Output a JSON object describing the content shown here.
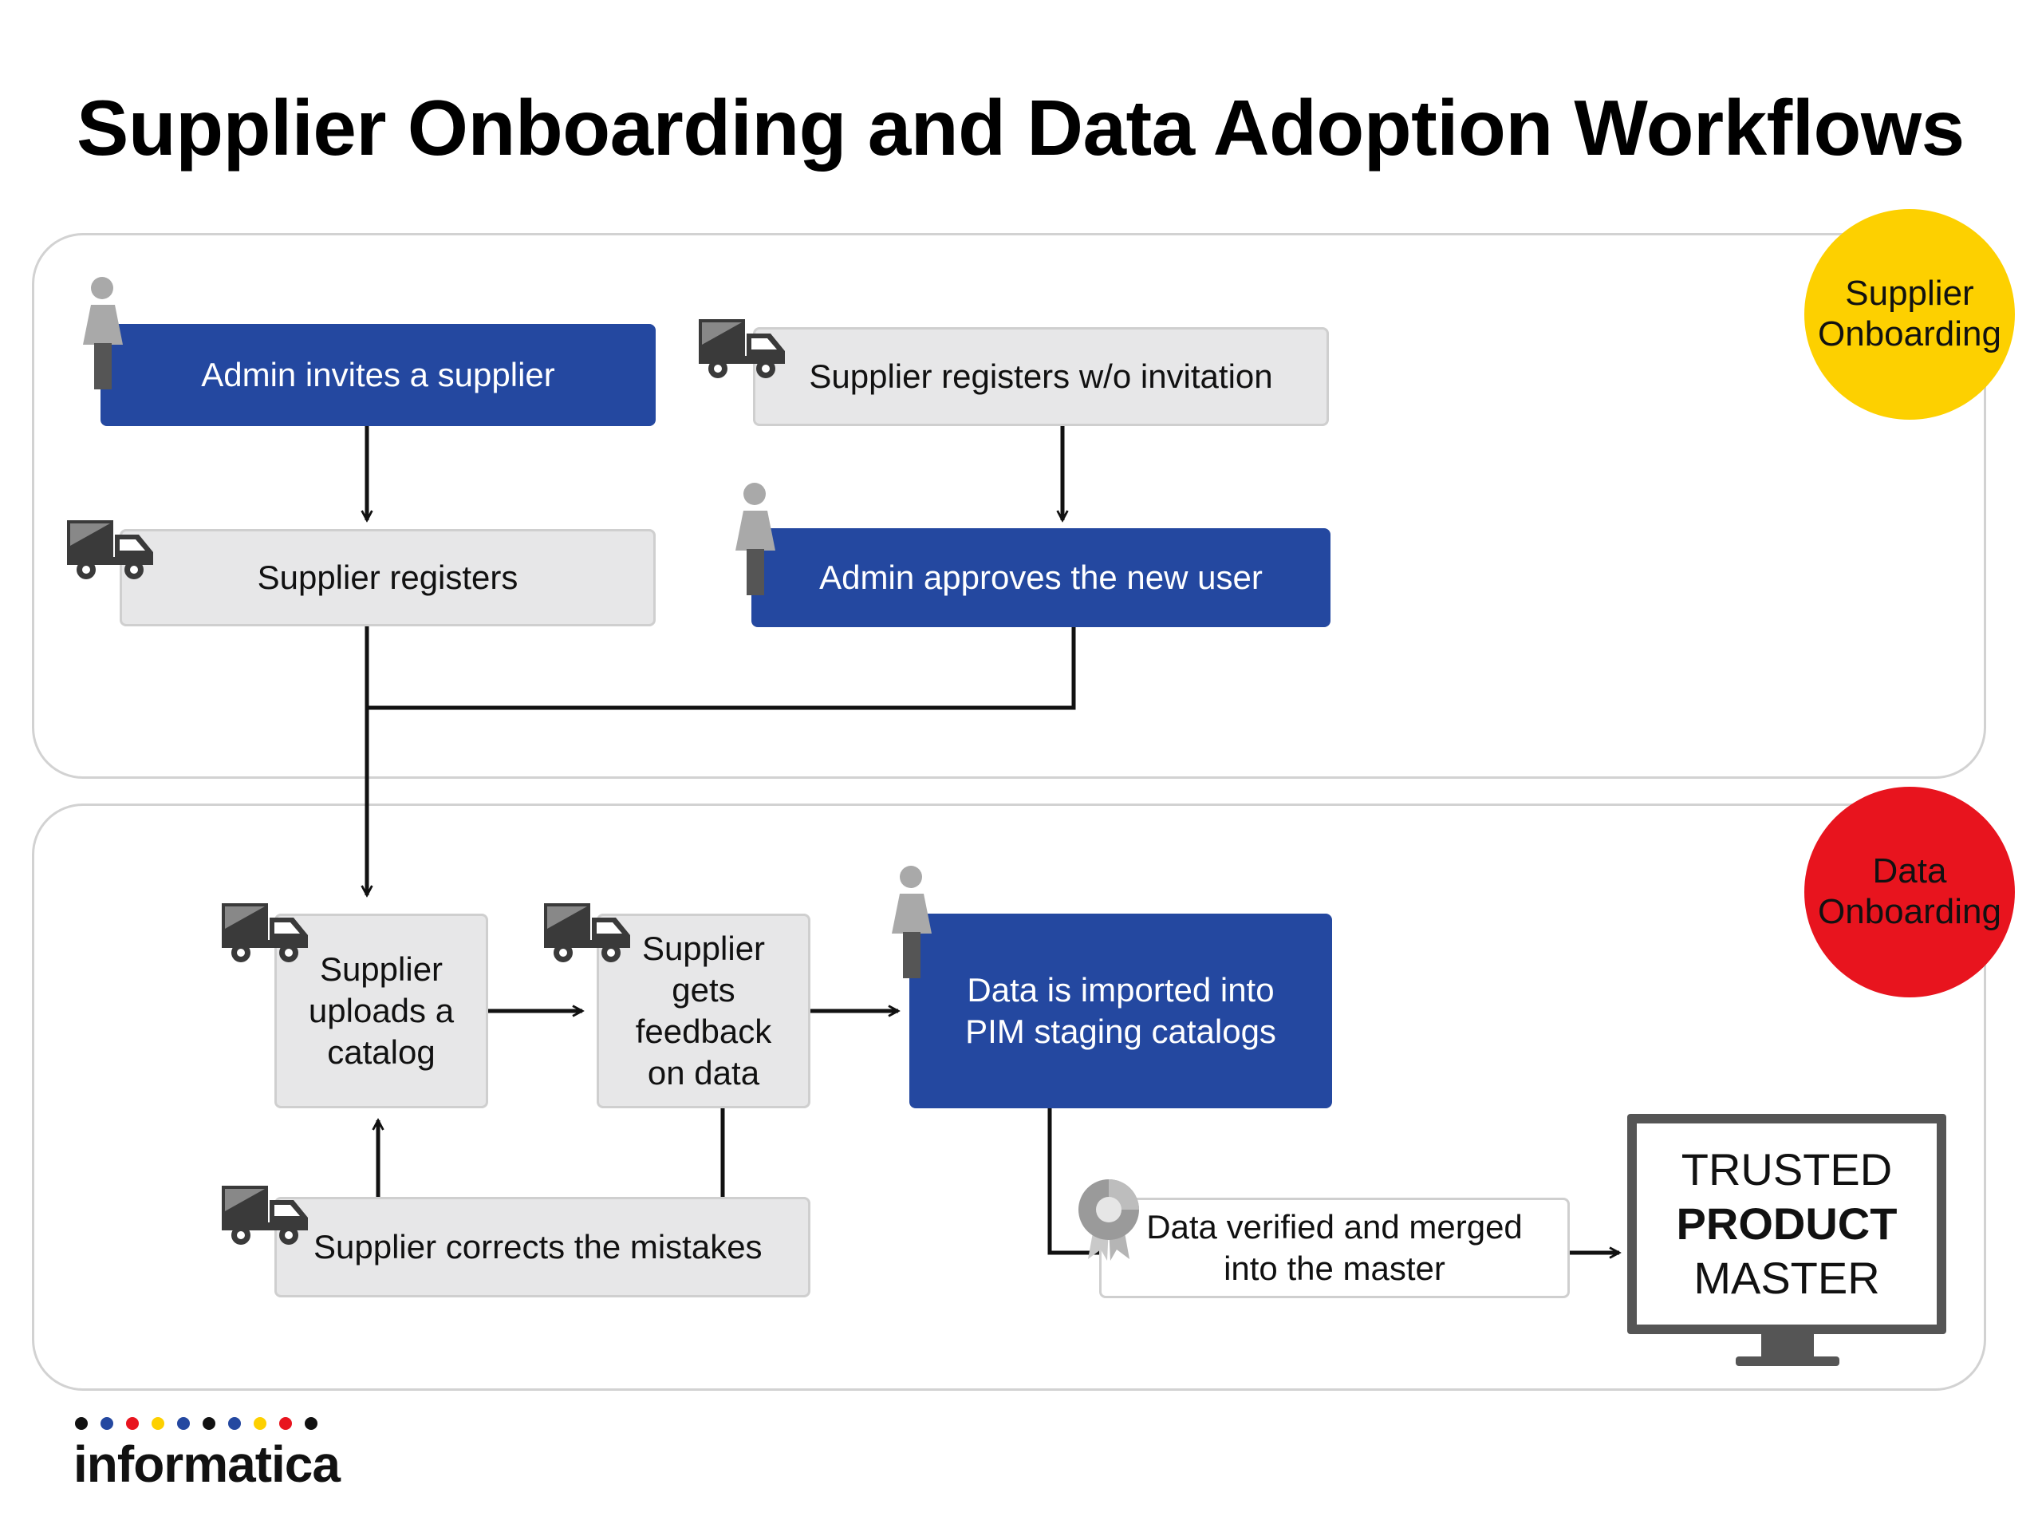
{
  "title": "Supplier Onboarding and Data Adoption Workflows",
  "badges": {
    "supplier_onboarding": "Supplier\nOnboarding",
    "data_onboarding": "Data\nOnboarding",
    "supplier_color": "#fdd000",
    "data_color": "#e8141e"
  },
  "steps": {
    "admin_invites": "Admin invites a supplier",
    "self_register": "Supplier registers w/o invitation",
    "supplier_registers": "Supplier registers",
    "admin_approves": "Admin approves the new user",
    "uploads_catalog": "Supplier\nuploads a\ncatalog",
    "gets_feedback": "Supplier\ngets\nfeedback\non data",
    "data_imported": "Data is imported into\nPIM staging catalogs",
    "corrects_mistakes": "Supplier corrects the mistakes",
    "verified_merged": "Data verified and merged\ninto the master"
  },
  "monitor": {
    "line1": "TRUSTED",
    "line2": "PRODUCT",
    "line3": "MASTER"
  },
  "icons": {
    "person": "person-icon",
    "truck": "truck-icon",
    "award": "award-ribbon-icon"
  },
  "colors": {
    "admin_box": "#2448a0",
    "supplier_box": "#e7e7e8",
    "logo_dots": [
      "#111111",
      "#2448a0",
      "#e8141e",
      "#fdd000",
      "#2448a0",
      "#111111",
      "#2448a0",
      "#fdd000",
      "#e8141e",
      "#111111"
    ]
  },
  "logo": "informatica"
}
